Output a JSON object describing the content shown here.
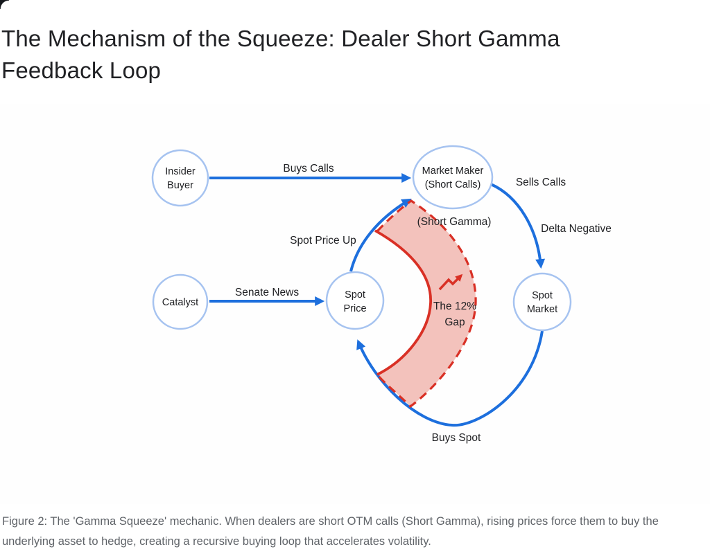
{
  "title": "The Mechanism of the Squeeze: Dealer Short Gamma Feedback Loop",
  "caption": "Figure 2: The 'Gamma Squeeze' mechanic. When dealers are short OTM calls (Short Gamma), rising prices force them to buy the underlying asset to hedge, creating a recursive buying loop that accelerates volatility.",
  "colors": {
    "arrow_blue": "#1d6fdd",
    "node_stroke": "#a6c3f0",
    "node_fill": "#ffffff",
    "red": "#d93025",
    "gap_fill": "#f3c2bc",
    "title_text": "#202124",
    "caption_text": "#5f6368"
  },
  "nodes": {
    "insider_buyer": {
      "line1": "Insider",
      "line2": "Buyer"
    },
    "market_maker": {
      "line1": "Market Maker",
      "line2": "(Short Calls)"
    },
    "catalyst": {
      "line1": "Catalyst"
    },
    "spot_price": {
      "line1": "Spot",
      "line2": "Price"
    },
    "spot_market": {
      "line1": "Spot",
      "line2": "Market"
    }
  },
  "edge_labels": {
    "buys_calls": "Buys Calls",
    "sells_calls": "Sells Calls",
    "delta_negative": "Delta Negative",
    "short_gamma": "(Short Gamma)",
    "spot_price_up": "Spot Price Up",
    "senate_news": "Senate News",
    "gap_line1": "The 12%",
    "gap_line2": "Gap",
    "buys_spot": "Buys Spot"
  }
}
